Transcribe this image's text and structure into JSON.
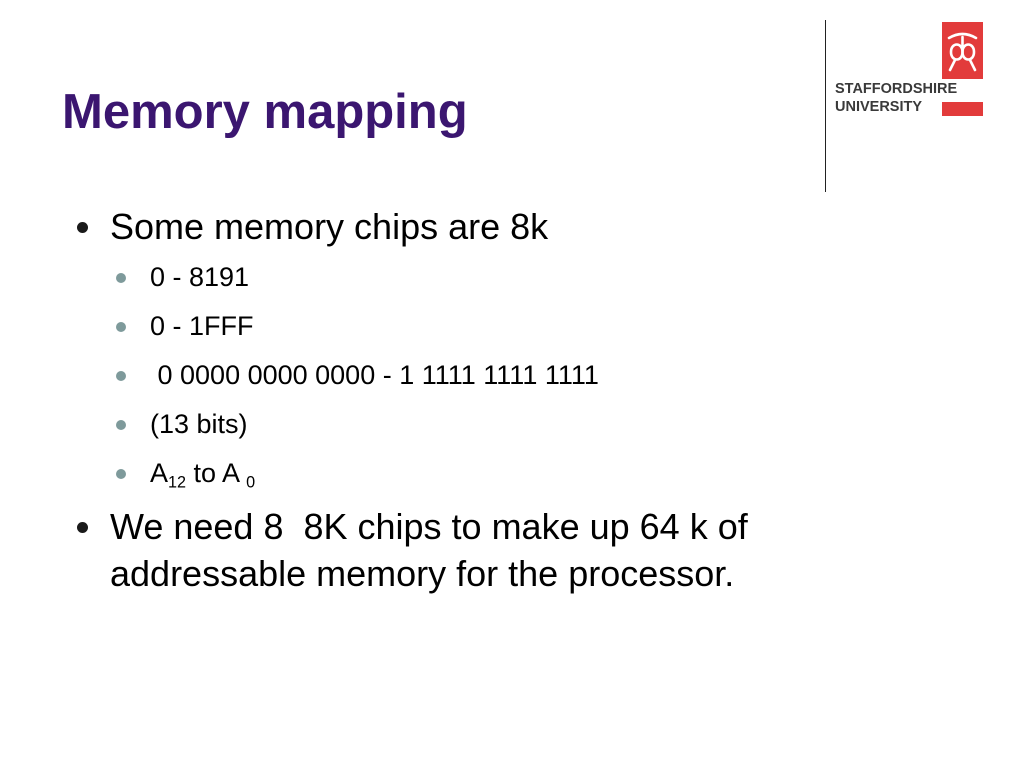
{
  "slide": {
    "title": "Memory mapping"
  },
  "logo": {
    "line1": "STAFFORDSHIRE",
    "line2": "UNIVERSITY",
    "colors": {
      "red": "#e23b3b",
      "text": "#3a3a3a"
    }
  },
  "colors": {
    "title": "#3b1670",
    "bullet_level1": "#1a1a1a",
    "bullet_level2": "#7e9a9b"
  },
  "bullets": [
    {
      "text": "Some memory chips are 8k",
      "sub": [
        {
          "text": "0 - 8191"
        },
        {
          "text": "0 - 1FFF"
        },
        {
          "text": " 0 0000 0000 0000 - 1 1111 1111 1111"
        },
        {
          "text": "(13 bits)"
        },
        {
          "a_prefix": "A",
          "a_sub": "12",
          "middle": " to A ",
          "b_sub": "0"
        }
      ]
    },
    {
      "line1": "We need 8  8K chips to make up 64 k of",
      "line2": "addressable memory for the processor."
    }
  ]
}
